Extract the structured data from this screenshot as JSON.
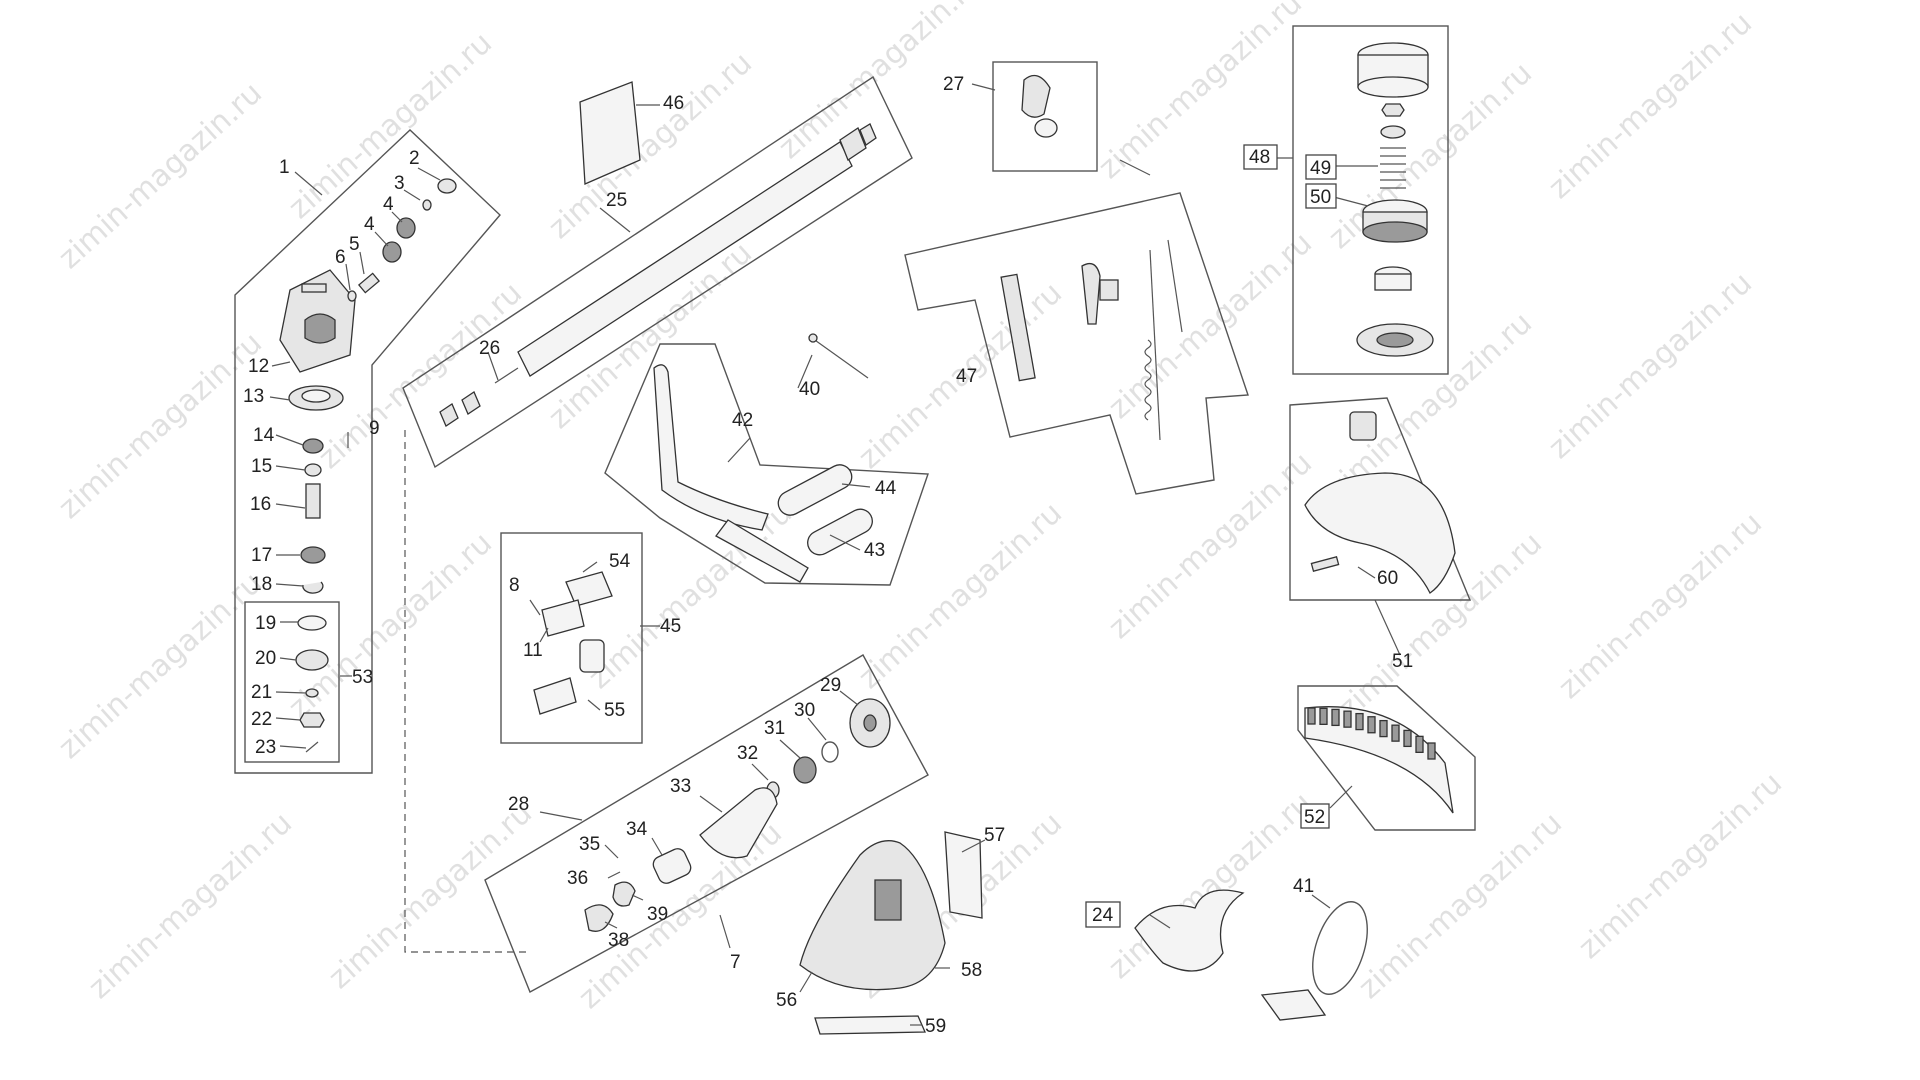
{
  "watermark_text": "zimin-magazin.ru",
  "labels": [
    {
      "id": "p1",
      "text": "1"
    },
    {
      "id": "p2",
      "text": "2"
    },
    {
      "id": "p3",
      "text": "3"
    },
    {
      "id": "p4a",
      "text": "4"
    },
    {
      "id": "p4b",
      "text": "4"
    },
    {
      "id": "p5",
      "text": "5"
    },
    {
      "id": "p6",
      "text": "6"
    },
    {
      "id": "p7",
      "text": "7"
    },
    {
      "id": "p8",
      "text": "8"
    },
    {
      "id": "p9",
      "text": "9"
    },
    {
      "id": "p11",
      "text": "11"
    },
    {
      "id": "p12",
      "text": "12"
    },
    {
      "id": "p13",
      "text": "13"
    },
    {
      "id": "p14",
      "text": "14"
    },
    {
      "id": "p15",
      "text": "15"
    },
    {
      "id": "p16",
      "text": "16"
    },
    {
      "id": "p17",
      "text": "17"
    },
    {
      "id": "p18",
      "text": "18"
    },
    {
      "id": "p19",
      "text": "19"
    },
    {
      "id": "p20",
      "text": "20"
    },
    {
      "id": "p21",
      "text": "21"
    },
    {
      "id": "p22",
      "text": "22"
    },
    {
      "id": "p23",
      "text": "23"
    },
    {
      "id": "p24",
      "text": "24"
    },
    {
      "id": "p25",
      "text": "25"
    },
    {
      "id": "p26",
      "text": "26"
    },
    {
      "id": "p27",
      "text": "27"
    },
    {
      "id": "p28",
      "text": "28"
    },
    {
      "id": "p29",
      "text": "29"
    },
    {
      "id": "p30",
      "text": "30"
    },
    {
      "id": "p31",
      "text": "31"
    },
    {
      "id": "p32",
      "text": "32"
    },
    {
      "id": "p33",
      "text": "33"
    },
    {
      "id": "p34",
      "text": "34"
    },
    {
      "id": "p35",
      "text": "35"
    },
    {
      "id": "p36",
      "text": "36"
    },
    {
      "id": "p38",
      "text": "38"
    },
    {
      "id": "p39",
      "text": "39"
    },
    {
      "id": "p40",
      "text": "40"
    },
    {
      "id": "p41",
      "text": "41"
    },
    {
      "id": "p42",
      "text": "42"
    },
    {
      "id": "p43",
      "text": "43"
    },
    {
      "id": "p44",
      "text": "44"
    },
    {
      "id": "p45",
      "text": "45"
    },
    {
      "id": "p46",
      "text": "46"
    },
    {
      "id": "p47",
      "text": "47"
    },
    {
      "id": "p48",
      "text": "48"
    },
    {
      "id": "p49",
      "text": "49"
    },
    {
      "id": "p50",
      "text": "50"
    },
    {
      "id": "p51",
      "text": "51"
    },
    {
      "id": "p52",
      "text": "52"
    },
    {
      "id": "p53",
      "text": "53"
    },
    {
      "id": "p54",
      "text": "54"
    },
    {
      "id": "p55",
      "text": "55"
    },
    {
      "id": "p56",
      "text": "56"
    },
    {
      "id": "p57",
      "text": "57"
    },
    {
      "id": "p58",
      "text": "58"
    },
    {
      "id": "p59",
      "text": "59"
    },
    {
      "id": "p60",
      "text": "60"
    }
  ]
}
